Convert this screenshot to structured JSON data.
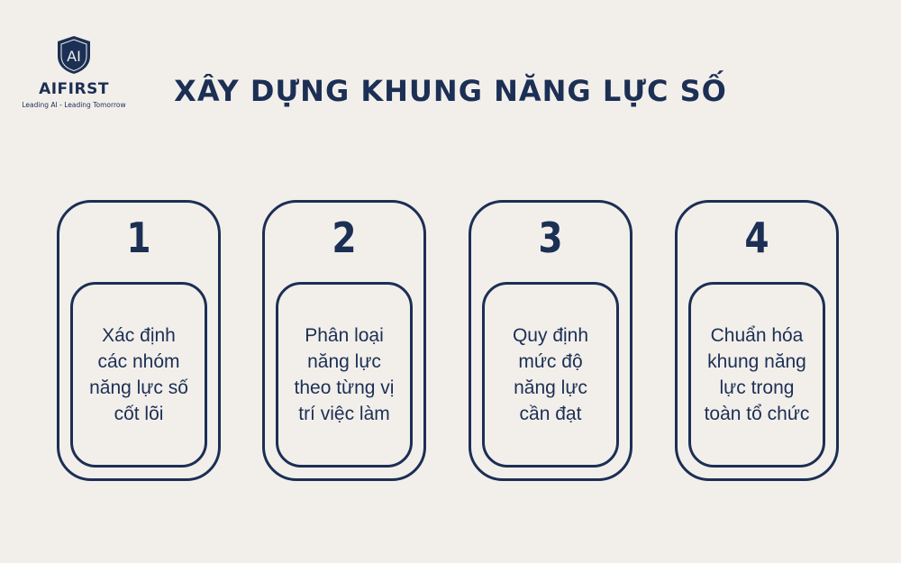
{
  "logo": {
    "mark_text": "AI",
    "name": "AIFIRST",
    "tagline": "Leading AI - Leading Tomorrow"
  },
  "title": "XÂY DỰNG KHUNG NĂNG LỰC SỐ",
  "steps": [
    {
      "number": "1",
      "text": "Xác định\ncác nhóm\nnăng lực số\ncốt lõi"
    },
    {
      "number": "2",
      "text": "Phân loại\nnăng lực\ntheo từng vị\ntrí việc làm"
    },
    {
      "number": "3",
      "text": "Quy định\nmức độ\nnăng lực\ncần đạt"
    },
    {
      "number": "4",
      "text": "Chuẩn hóa\nkhung năng\nlực trong\ntoàn tổ chức"
    }
  ],
  "colors": {
    "primary": "#1c2f54",
    "background": "#f2efeb"
  }
}
